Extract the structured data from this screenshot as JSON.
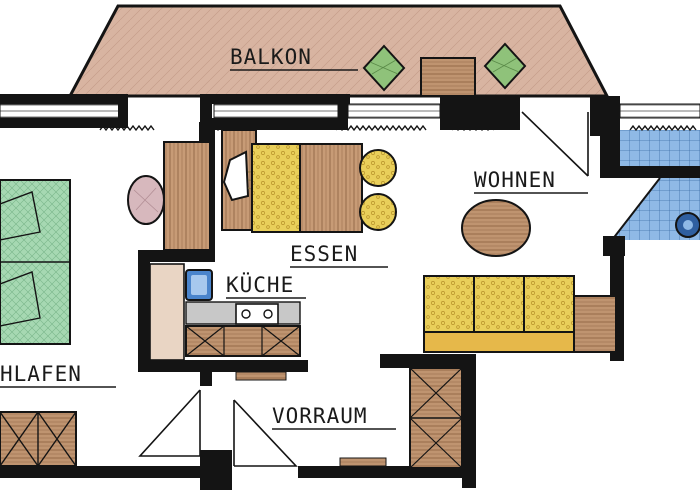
{
  "rooms": {
    "balkon": "BALKON",
    "wohnen": "WOHNEN",
    "essen": "ESSEN",
    "kueche": "KÜCHE",
    "schlafen": "HLAFEN",
    "vorraum": "VORRAUM"
  },
  "colors": {
    "wall": "#141414",
    "balcony_floor": "#d9b8a6",
    "wood": "#b98c66",
    "sofa": "#e8d060",
    "bed": "#a9d9b4",
    "bath_tile": "#8fb9e6",
    "rug": "#d7c4c8"
  }
}
